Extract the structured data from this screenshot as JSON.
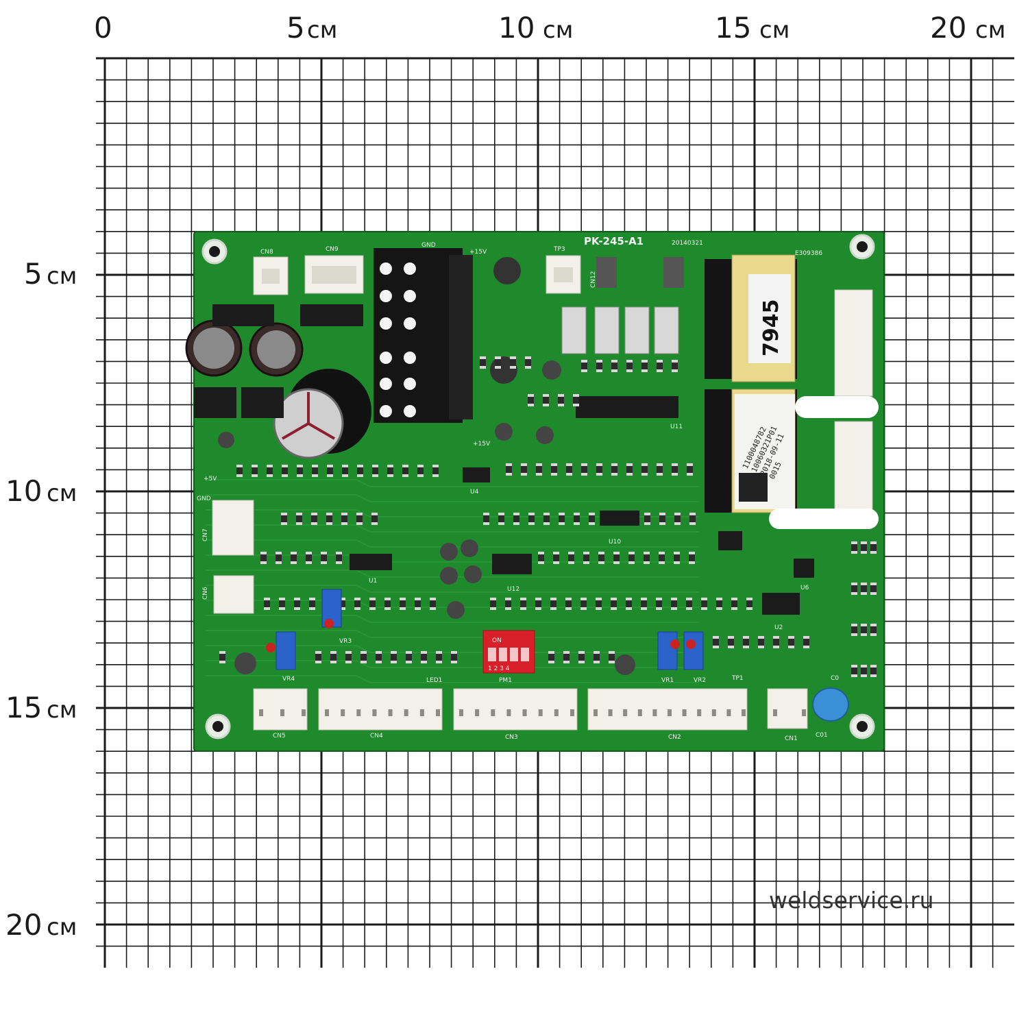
{
  "ruler": {
    "top": [
      {
        "num": "0",
        "unit": ""
      },
      {
        "num": "5",
        "unit": "см"
      },
      {
        "num": "10",
        "unit": "см"
      },
      {
        "num": "15",
        "unit": "см"
      },
      {
        "num": "20",
        "unit": "см"
      }
    ],
    "left": [
      {
        "num": "5",
        "unit": "см"
      },
      {
        "num": "10",
        "unit": "см"
      },
      {
        "num": "15",
        "unit": "см"
      },
      {
        "num": "20",
        "unit": "см"
      }
    ]
  },
  "board": {
    "model": "PK-245-A1",
    "date": "20140321",
    "cert": "E309386",
    "connectors": [
      "CN8",
      "CN9",
      "CN7",
      "CN6",
      "CN5",
      "CN4",
      "CN3",
      "CN2",
      "CN1",
      "CN12",
      "TP3"
    ],
    "misc_labels": [
      "GND",
      "+15V",
      "+5V",
      "+15V",
      "GND",
      "PM1",
      "ON",
      "1 2 3 4",
      "VR1",
      "VR2",
      "VR3",
      "VR4",
      "U1",
      "U2",
      "U4",
      "U6",
      "U10",
      "U11",
      "U12",
      "LED1",
      "TP1",
      "C0",
      "C01"
    ],
    "transformer_label": "7945",
    "sticker_lines": [
      "1100048782",
      "10060321P01",
      "2018-09-11",
      "0015"
    ]
  },
  "watermark": "weldservice.ru",
  "colors": {
    "pcb": "#1f8a2c",
    "pcb_dark": "#14631f",
    "grid": "#1a1a1a"
  }
}
